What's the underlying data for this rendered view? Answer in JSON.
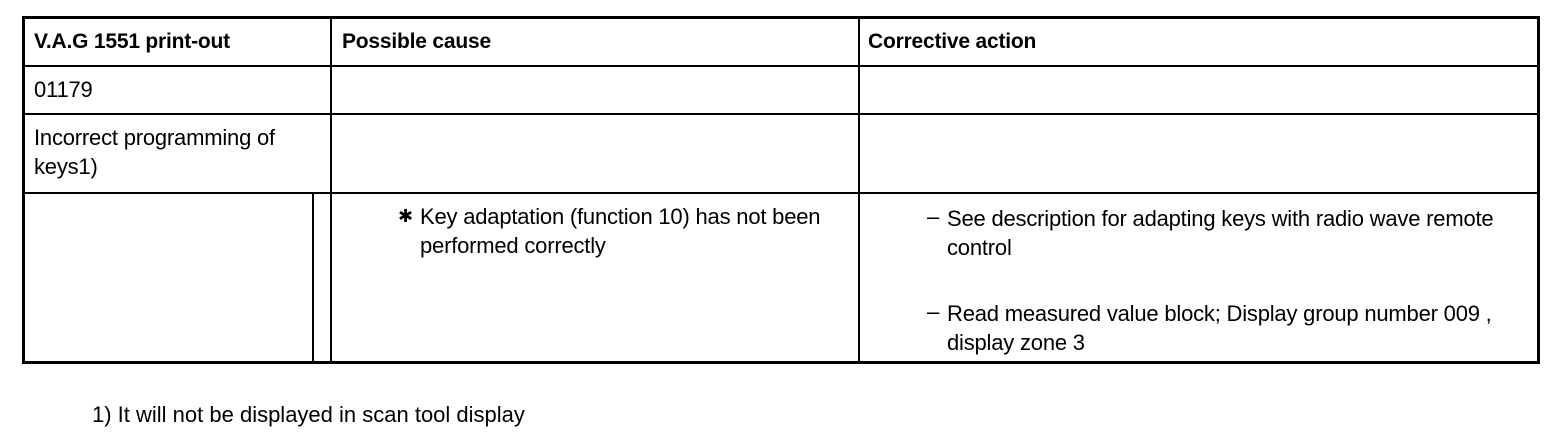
{
  "table": {
    "headers": {
      "col1": "V.A.G 1551 print-out",
      "col2": "Possible cause",
      "col3": "Corrective action"
    },
    "rows": {
      "code": "01179",
      "fault": "Incorrect programming of keys1)",
      "cause_bullet_glyph": "✱",
      "cause": "Key adaptation (function 10) has not been performed correctly",
      "action1_glyph": "–",
      "action1": "See description for adapting keys with radio wave remote control",
      "action2_glyph": "–",
      "action2": "Read measured value block; Display group number 009 , display zone 3"
    }
  },
  "footnote": "1) It will not be displayed in scan tool display"
}
